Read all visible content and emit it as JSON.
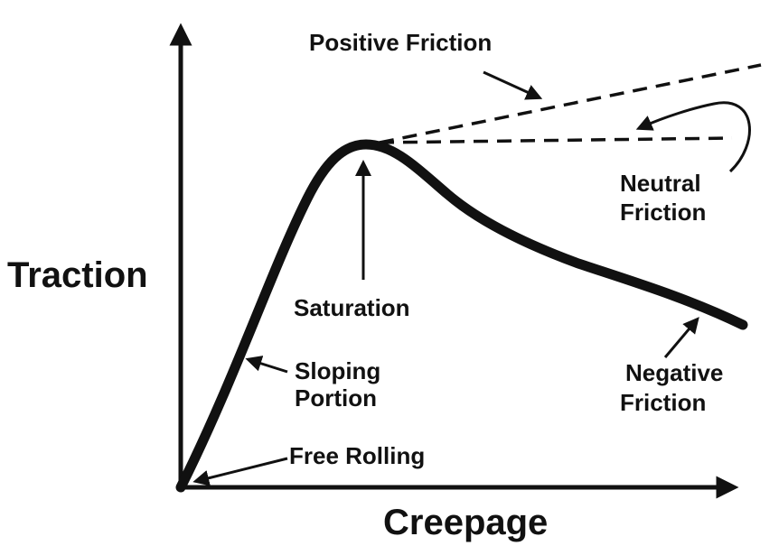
{
  "axes": {
    "x_label": "Creepage",
    "y_label": "Traction"
  },
  "labels": {
    "positive_friction": "Positive Friction",
    "neutral_friction": [
      "Neutral",
      "Friction"
    ],
    "saturation": "Saturation",
    "sloping_portion": [
      "Sloping",
      "Portion"
    ],
    "negative_friction": [
      "Negative",
      "Friction"
    ],
    "free_rolling": "Free Rolling"
  },
  "colors": {
    "ink": "#111111",
    "background": "#ffffff"
  }
}
